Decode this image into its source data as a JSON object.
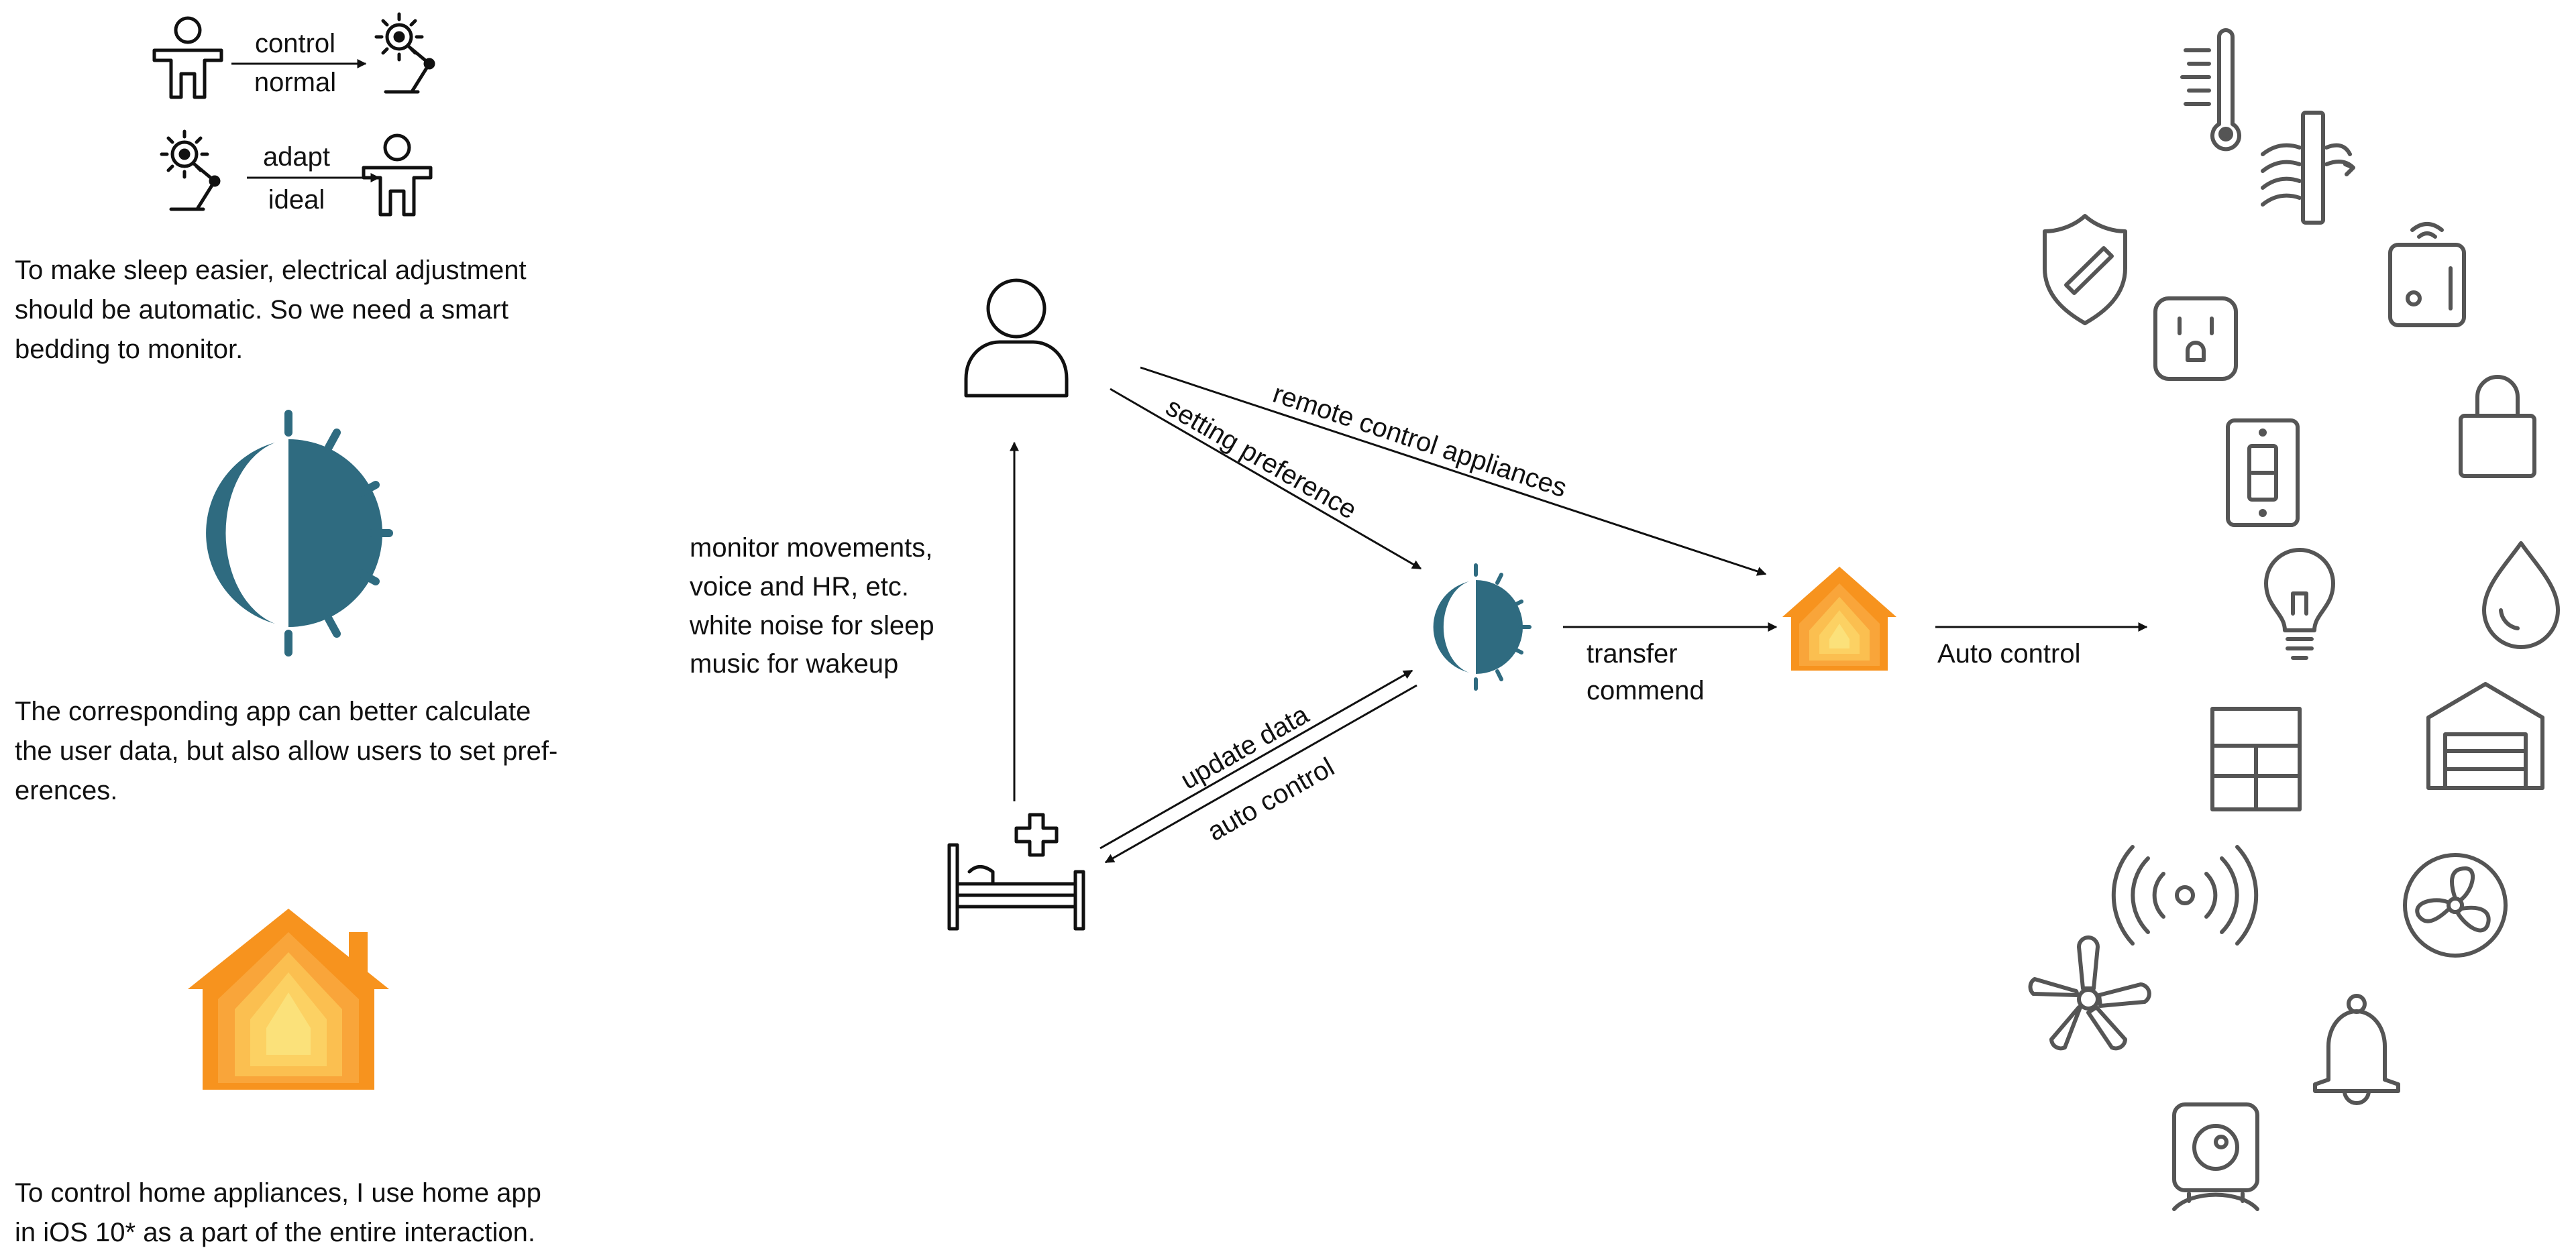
{
  "legend": {
    "row1_top": "control",
    "row1_bottom": "normal",
    "row2_top": "adapt",
    "row2_bottom": "ideal"
  },
  "left_texts": {
    "p1": [
      "To make sleep easier, electrical adjustment",
      "should be automatic. So we need a smart",
      "bedding to monitor."
    ],
    "p2": [
      "The corresponding app can better calculate",
      "the user data, but also allow users to set pref-",
      "erences."
    ],
    "p3": [
      "To control home appliances, I use home app",
      "in iOS 10* as a part of the entire interaction."
    ]
  },
  "flow": {
    "monitor_note": [
      "monitor movements,",
      "voice and HR, etc.",
      "white noise for sleep",
      "music for wakeup"
    ],
    "setting_preference": "setting preference",
    "remote_control": "remote control appliances",
    "update_data": "update data",
    "auto_control_lower": "auto control",
    "transfer": [
      "transfer",
      "commend"
    ],
    "auto_control_right": "Auto control"
  },
  "colors": {
    "teal": "#2f6b80",
    "home_orange_outer": "#f7931e",
    "home_inner": "#fbe17a"
  },
  "icons": [
    "person-icon-small",
    "lamp-icon",
    "person-icon",
    "app-moon-sun-icon",
    "home-app-icon",
    "thermometer-icon",
    "window-blinds-icon",
    "shield-icon",
    "outlet-icon",
    "sensor-icon",
    "light-switch-icon",
    "lock-icon",
    "lightbulb-icon",
    "water-drop-icon",
    "window-icon",
    "garage-icon",
    "speaker-icon",
    "fan-icon",
    "ceiling-fan-icon",
    "bell-icon",
    "camera-icon",
    "smart-bed-icon"
  ]
}
